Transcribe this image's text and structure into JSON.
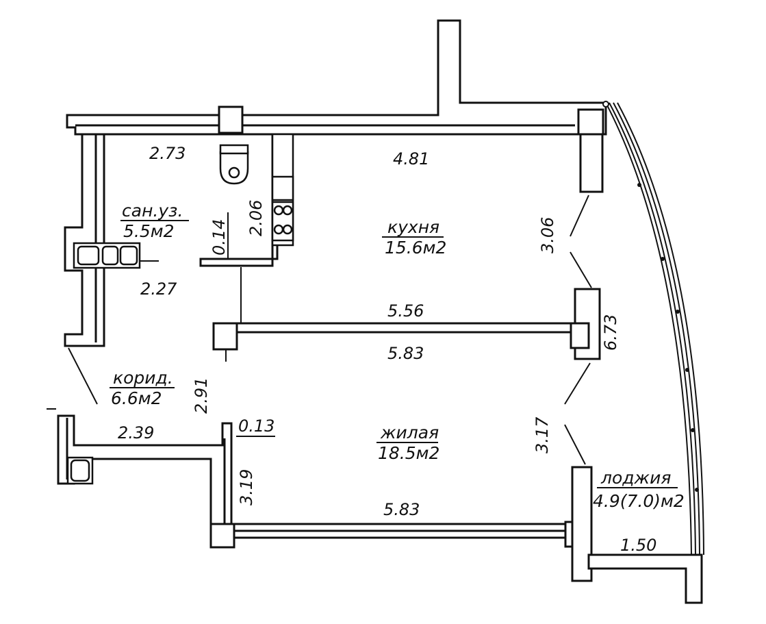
{
  "rooms": {
    "bathroom": {
      "name": "сан.уз.",
      "area": "5.5м2"
    },
    "kitchen": {
      "name": "кухня",
      "area": "15.6м2"
    },
    "corridor": {
      "name": "корид.",
      "area": "6.6м2"
    },
    "living": {
      "name": "жилая",
      "area": "18.5м2"
    },
    "loggia": {
      "name": "лоджия",
      "area": "4.9(7.0)м2"
    }
  },
  "dimensions": {
    "bath_width": "2.73",
    "kitchen_width": "4.81",
    "bath_lower": "2.27",
    "bath_height": "2.06",
    "bath_offset": "0.14",
    "kitchen_height": "3.06",
    "kitchen_bottom": "5.56",
    "living_top": "5.83",
    "right_total": "6.73",
    "corridor_height": "2.91",
    "corridor_width": "2.39",
    "living_offset": "0.13",
    "living_height": "3.17",
    "living_left": "3.19",
    "living_bottom": "5.83",
    "loggia_width": "1.50"
  }
}
